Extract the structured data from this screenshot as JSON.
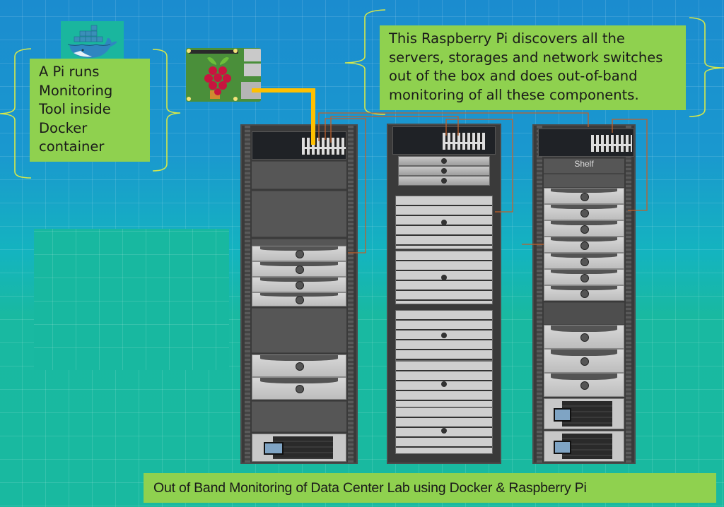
{
  "diagram": {
    "title": "Out of Band Monitoring of Data Center Lab using Docker & Raspberry Pi",
    "notes": {
      "docker": {
        "lines": [
          "A Pi runs",
          "Monitoring",
          "Tool inside",
          "Docker",
          "container"
        ]
      },
      "raspberry_pi": {
        "lines": [
          "This Raspberry Pi discovers all the",
          "servers, storages and network switches",
          "out of the box and does out-of-band",
          "monitoring of all these components."
        ]
      }
    },
    "nodes": [
      {
        "id": "docker-logo",
        "kind": "docker-whale-icon"
      },
      {
        "id": "raspberry-pi",
        "kind": "raspberry-pi-board"
      },
      {
        "id": "rack-1",
        "kind": "server-rack",
        "contents": [
          "network-switch",
          "blank-panels",
          "servers",
          "storage",
          "ups"
        ]
      },
      {
        "id": "rack-2",
        "kind": "server-rack",
        "contents": [
          "network-switch",
          "servers"
        ]
      },
      {
        "id": "rack-3",
        "kind": "server-rack",
        "contents": [
          "network-switch",
          "shelf",
          "servers",
          "storage",
          "ups",
          "ups"
        ],
        "shelf_label": "Shelf"
      }
    ],
    "connections": [
      {
        "from": "raspberry-pi",
        "to": "rack-1-switch",
        "color": "#ffc000",
        "style": "thick"
      },
      {
        "from": "rack-1-switch",
        "to": "rack-1-servers",
        "color": "#c0602a"
      },
      {
        "from": "rack-1-switch",
        "to": "rack-2-switch",
        "color": "#c0602a"
      },
      {
        "from": "rack-1-switch",
        "to": "rack-3-switch",
        "color": "#c0602a"
      },
      {
        "from": "rack-2-switch",
        "to": "rack-2-servers",
        "color": "#c0602a"
      },
      {
        "from": "rack-3-switch",
        "to": "rack-3-servers",
        "color": "#c0602a"
      }
    ],
    "colors": {
      "note_bg": "#8fd14f",
      "brace": "#d6e84a",
      "pi_cable": "#ffc000",
      "network_cable": "#c0602a",
      "bg_top": "#1b8ccf",
      "bg_bottom": "#19b9a0"
    }
  }
}
